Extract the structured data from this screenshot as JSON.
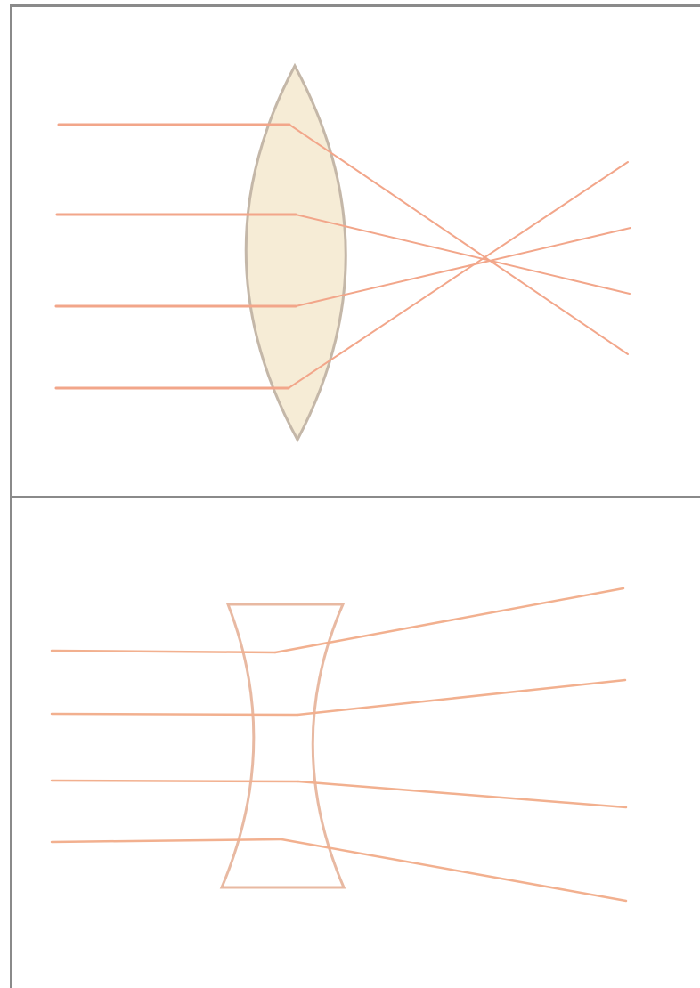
{
  "diagrams": [
    {
      "id": "converging-lens",
      "lens_type": "convex",
      "lens_fill": "#f6ecd6",
      "lens_stroke": "#c4b7a8",
      "ray_color": "#f2a68a",
      "incoming_rays": 4,
      "rays_converge_to_focal_point": true
    },
    {
      "id": "diverging-lens",
      "lens_type": "concave",
      "lens_fill": "#ffffff",
      "lens_stroke": "#e8b9a2",
      "ray_color": "#f2b08f",
      "incoming_rays": 4,
      "rays_diverge": true
    }
  ],
  "frame_color": "#8a8a8a"
}
